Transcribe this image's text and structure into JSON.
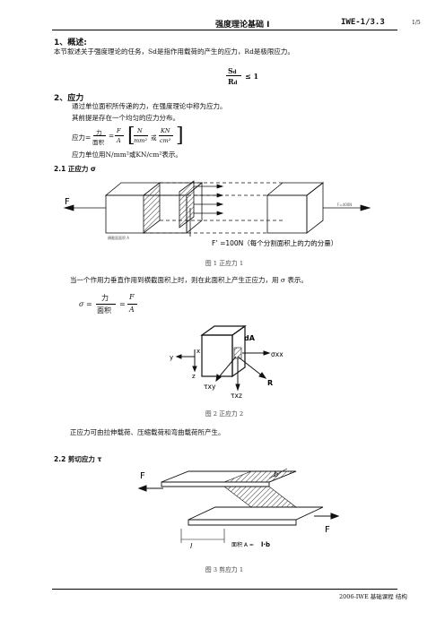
{
  "header": {
    "title": "强度理论基础 I",
    "code": "IWE-1/3.3",
    "page": "1/5"
  },
  "sections": {
    "overview": {
      "heading": "1、概述:",
      "text": "本节叙述关于强度理论的任务，Sd是指作用载荷的产生的应力，Rd是极限应力。",
      "formula_num": "S",
      "formula_num_sub": "d",
      "formula_den": "R",
      "formula_den_sub": "d",
      "formula_rel": "≤ 1"
    },
    "stress": {
      "heading": "2、应力",
      "p1": "通过单位面积所传递的力，在强度理论中称为应力。",
      "p2": "其前提是存在一个均匀的应力分布。",
      "formula_lhs": "应力=",
      "formula_frac1_num": "力",
      "formula_frac1_den": "面积",
      "formula_eq": "=",
      "formula_frac2_num": "F",
      "formula_frac2_den": "A",
      "formula_bracket_n1": "N",
      "formula_bracket_d1": "mm²",
      "formula_bracket_or": "或",
      "formula_bracket_n2": "KN",
      "formula_bracket_d2": "cm²",
      "unit_text": "应力单位用N/mm²或KN/cm²表示。"
    },
    "normal": {
      "heading": "2.1 正应力 σ",
      "fig1_label_F": "F",
      "fig1_label_right": "F=400N",
      "fig1_label_area": "横截面面积 A",
      "fig1_note": "F’ =100N（每个分割面积上的力的分量）",
      "fig1_caption": "图 1 正应力 1",
      "p1": "当一个作用力垂直作用到横截面积上时，则在此面积上产生正应力，用 σ 表示。",
      "formula_sigma": "σ =",
      "formula_num": "力",
      "formula_den": "面积",
      "formula_eq": "=",
      "formula_F": "F",
      "formula_A": "A",
      "fig2_labels": {
        "dA": "dA",
        "x": "x",
        "y": "y",
        "z": "z",
        "sigma_xx": "σxx",
        "tau_xy": "τxy",
        "tau_xz": "τxz",
        "R": "R"
      },
      "fig2_caption": "图 2 正应力 2",
      "p2": "正应力可由拉伸载荷、压缩载荷和弯曲载荷所产生。"
    },
    "shear": {
      "heading": "2.2 剪切应力 τ",
      "fig3_F_left": "F",
      "fig3_F_right": "F",
      "fig3_b": "b",
      "fig3_l": "l",
      "fig3_area": "面积 A =",
      "fig3_area_expr": "l·b",
      "fig3_caption": "图 3 剪应力 1"
    }
  },
  "footer": {
    "text": "2006-IWE 基础课程 结构"
  }
}
